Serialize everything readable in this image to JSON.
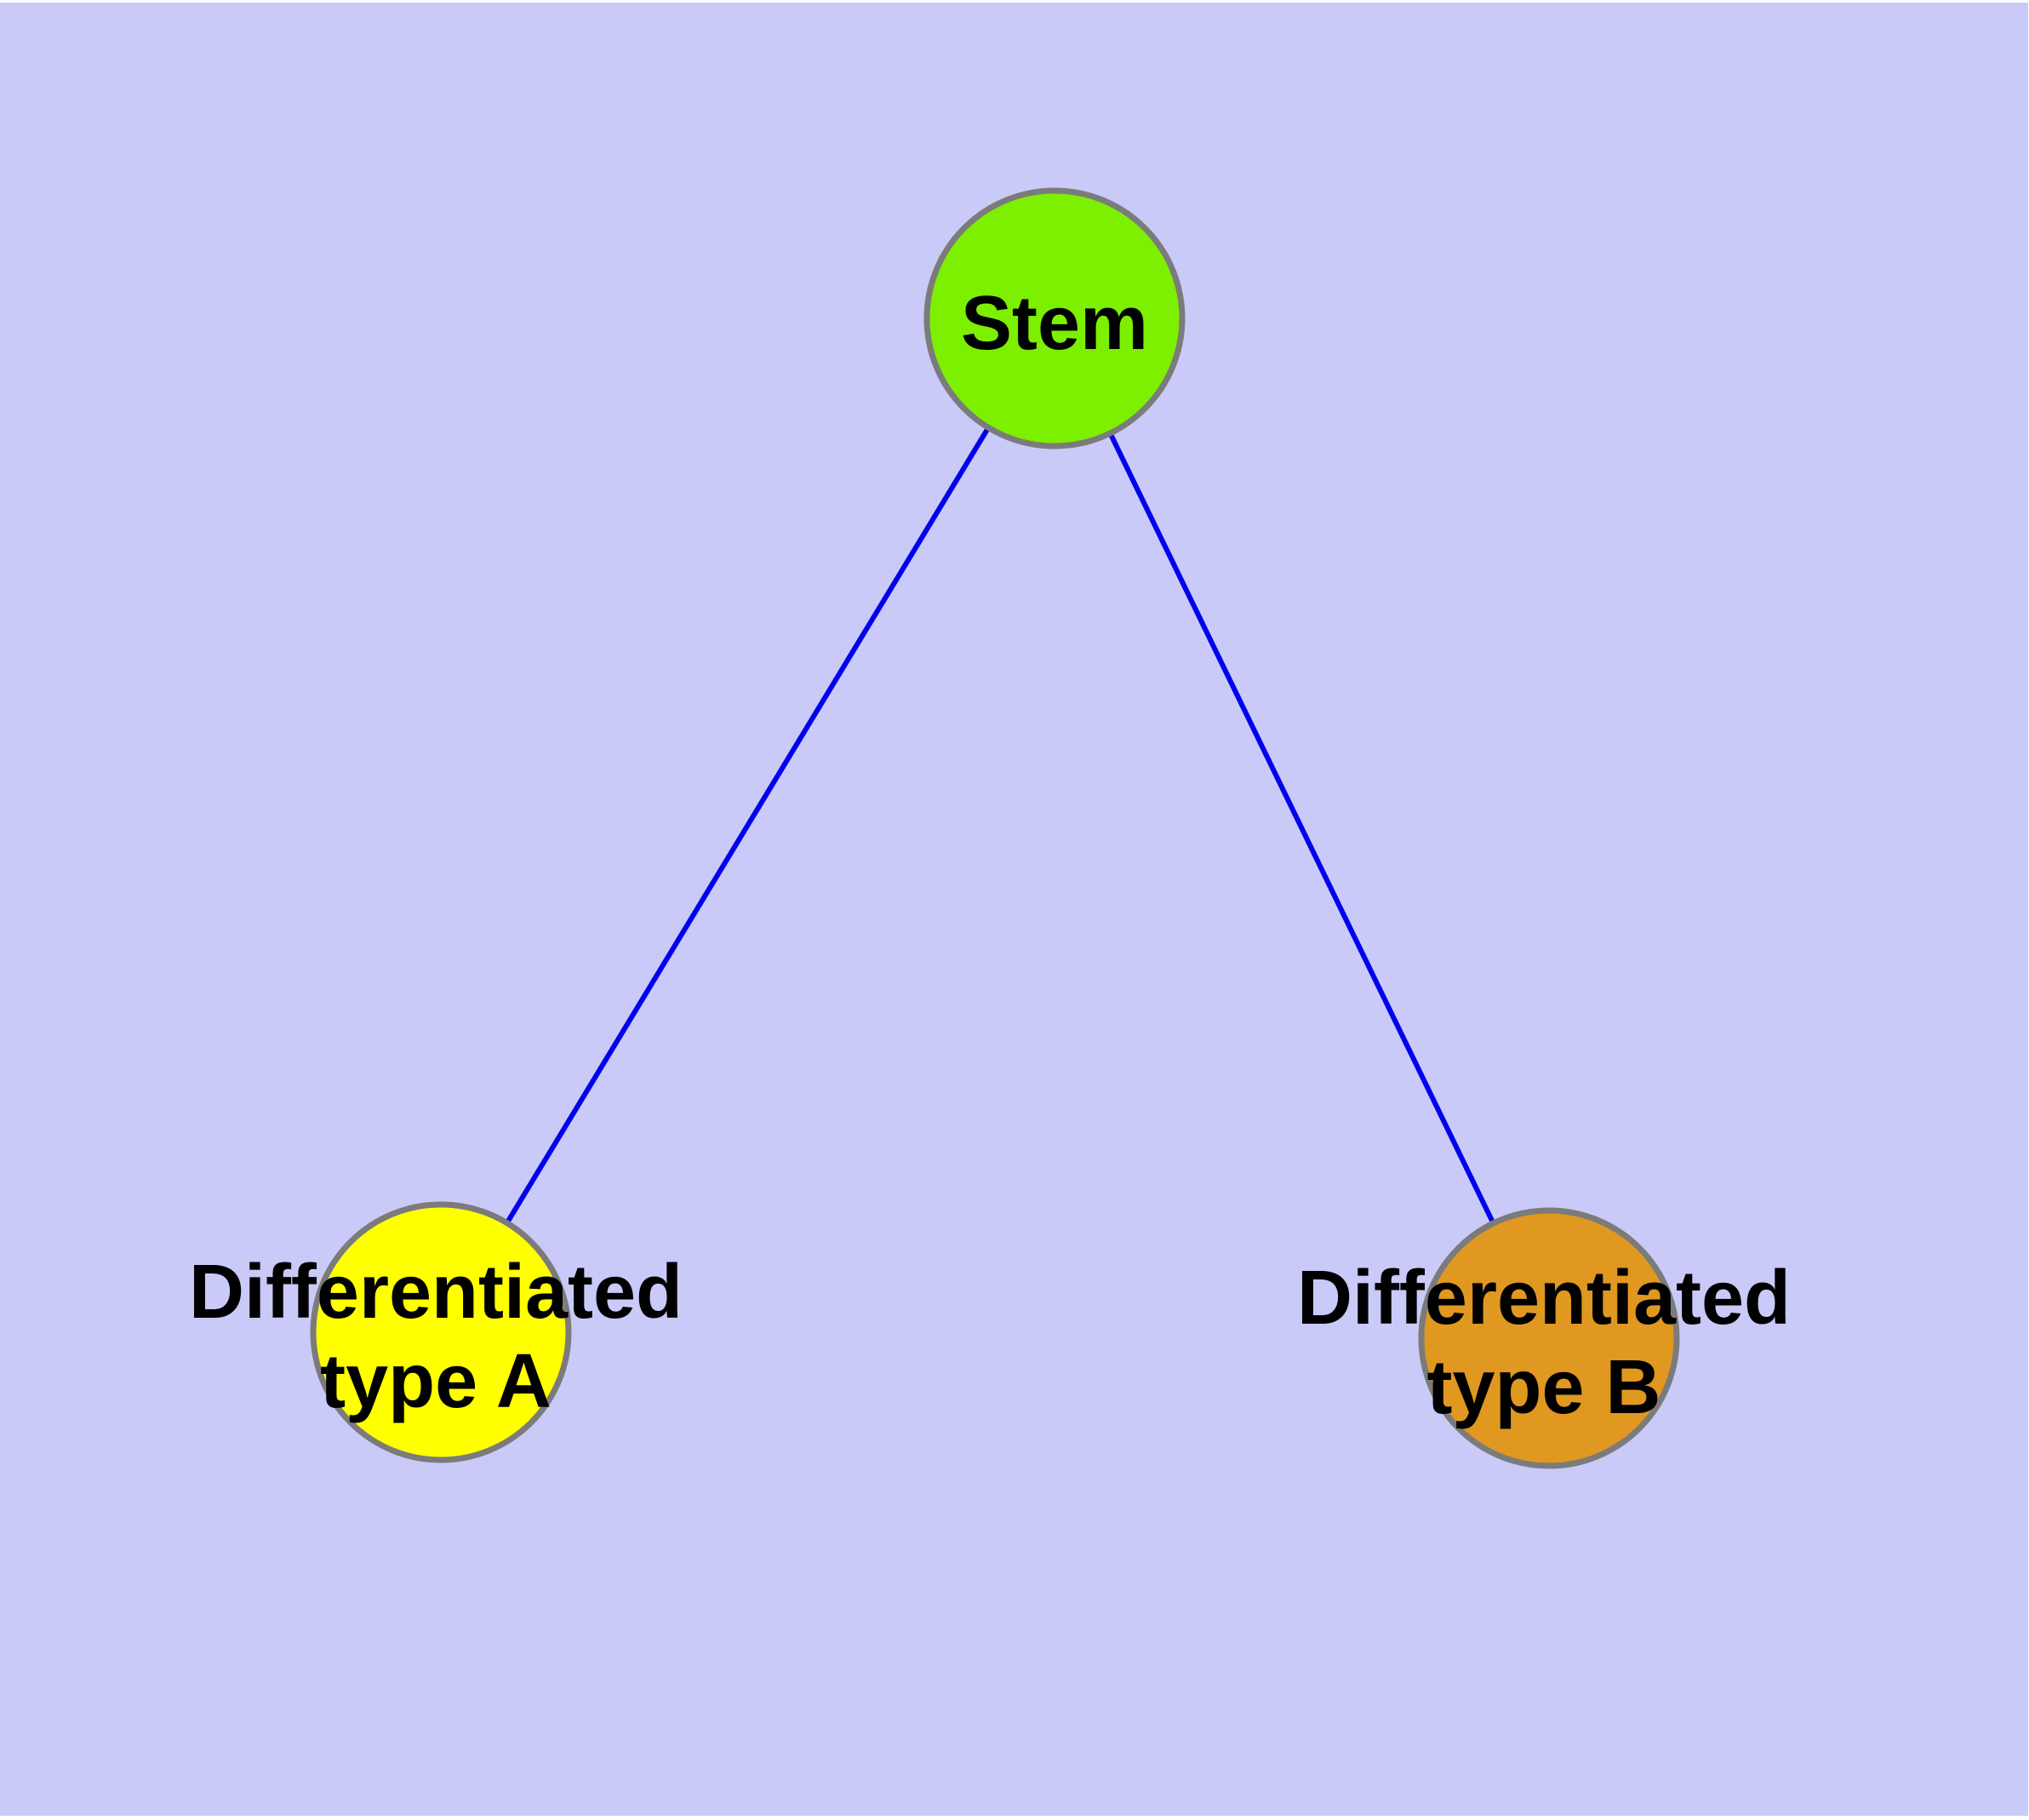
{
  "diagram": {
    "title": "",
    "colors": {
      "page": "#FFFFFF",
      "background": "#CACAF8",
      "node_border": "#7B7B7B",
      "edge": "#0000EE",
      "label_text": "#000000",
      "stem_fill": "#7CF000",
      "type_a_fill": "#FFFF00",
      "type_b_fill": "#E09820"
    },
    "nodes": [
      {
        "id": "stem",
        "lines": [
          "Stem"
        ],
        "color": "#7CF000"
      },
      {
        "id": "differentiated-type-a",
        "lines": [
          "Differentiated",
          "type A"
        ],
        "color": "#FFFF00"
      },
      {
        "id": "differentiated-type-b",
        "lines": [
          "Differentiated",
          "type B"
        ],
        "color": "#E09820"
      }
    ],
    "edges": [
      {
        "from": "stem",
        "to": "differentiated-type-a"
      },
      {
        "from": "stem",
        "to": "differentiated-type-b"
      }
    ]
  }
}
